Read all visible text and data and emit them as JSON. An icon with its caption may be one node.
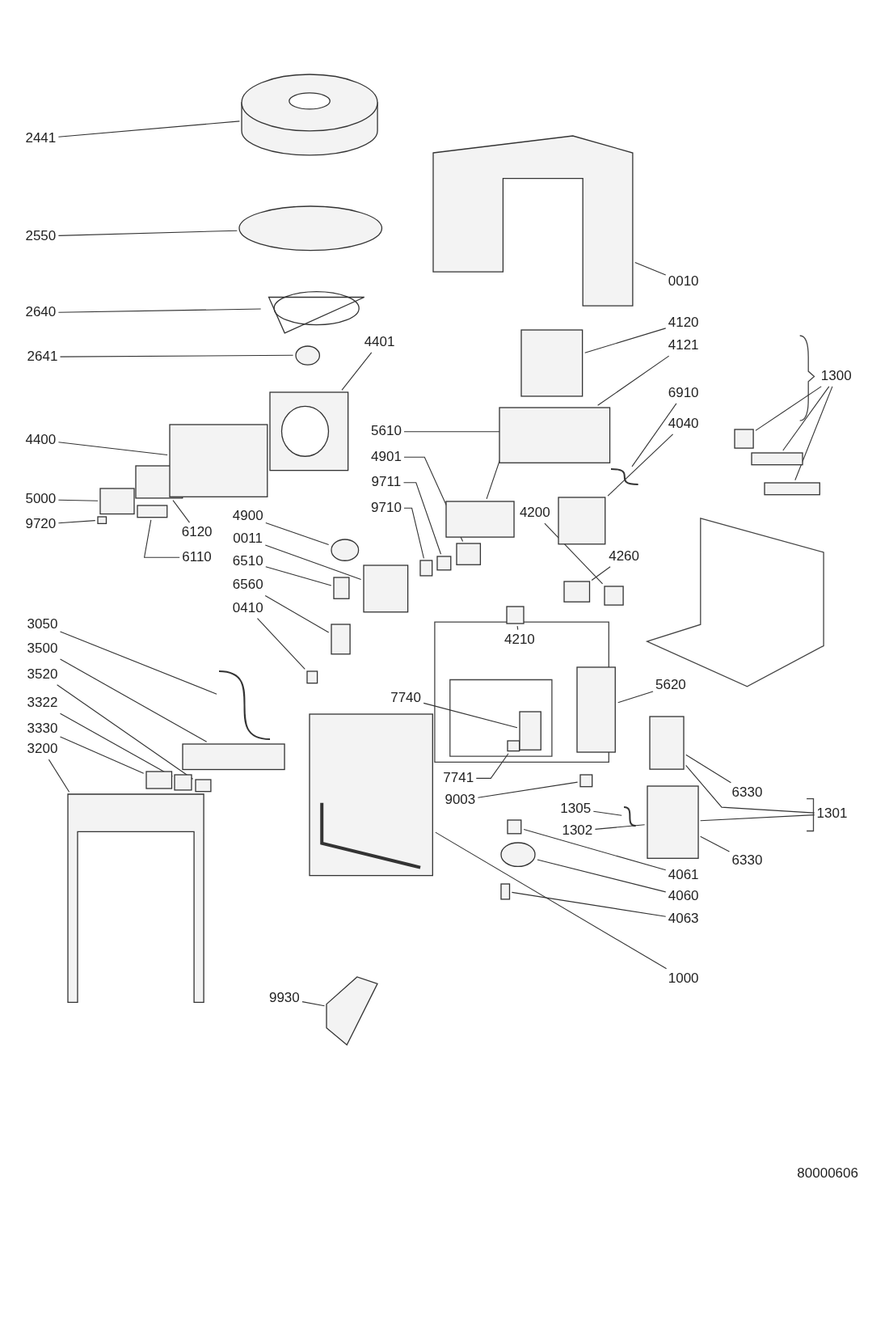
{
  "diagram": {
    "nodes": [
      {
        "text": [
          "2441"
        ]
      },
      {
        "text": [],
        "shape": "picture"
      },
      {
        "text": [
          "2550"
        ]
      },
      {
        "text": [],
        "shape": "circle"
      },
      {
        "text": [
          "2640"
        ]
      },
      {
        "text": [],
        "shape": "picture"
      },
      {
        "text": [
          "2641"
        ]
      },
      {
        "text": [],
        "shape": "circle"
      },
      {
        "text": [
          "4401"
        ]
      },
      {
        "text": [],
        "shape": "picture"
      },
      {
        "text": [
          "0010"
        ]
      },
      {
        "text": [],
        "shape": "picture"
      },
      {
        "text": [
          "4120"
        ]
      },
      {
        "text": [],
        "shape": "box"
      },
      {
        "text": [
          "4121"
        ]
      },
      {
        "text": [],
        "shape": "box"
      },
      {
        "text": [
          "1300"
        ]
      },
      {
        "text": [],
        "shape": "box"
      },
      {
        "text": [],
        "shape": "box"
      },
      {
        "text": [],
        "shape": "box"
      },
      {
        "text": [
          "6910"
        ]
      },
      {
        "text": [],
        "shape": "picture"
      },
      {
        "text": [
          "4040"
        ]
      },
      {
        "text": [],
        "shape": "box"
      },
      {
        "text": [
          "4400"
        ]
      },
      {
        "text": [],
        "shape": "box"
      },
      {
        "text": [
          "5610"
        ]
      },
      {
        "text": [],
        "shape": "box"
      },
      {
        "text": [
          "4901"
        ]
      },
      {
        "text": [],
        "shape": "box"
      },
      {
        "text": [
          "9711"
        ]
      },
      {
        "text": [],
        "shape": "box"
      },
      {
        "text": [
          "9710"
        ]
      },
      {
        "text": [],
        "shape": "box"
      },
      {
        "text": [
          "4200"
        ]
      },
      {
        "text": [],
        "shape": "box"
      },
      {
        "text": [
          "4260"
        ]
      },
      {
        "text": [],
        "shape": "box"
      },
      {
        "text": [
          "5000"
        ]
      },
      {
        "text": [],
        "shape": "box"
      },
      {
        "text": [
          "9720"
        ]
      },
      {
        "text": [],
        "shape": "box"
      },
      {
        "text": [
          "6120"
        ]
      },
      {
        "text": [],
        "shape": "box"
      },
      {
        "text": [
          "6110"
        ]
      },
      {
        "text": [],
        "shape": "box"
      },
      {
        "text": [
          "4900"
        ]
      },
      {
        "text": [],
        "shape": "circle"
      },
      {
        "text": [
          "0011"
        ]
      },
      {
        "text": [],
        "shape": "box"
      },
      {
        "text": [
          "6510"
        ]
      },
      {
        "text": [],
        "shape": "box"
      },
      {
        "text": [
          "6560"
        ]
      },
      {
        "text": [],
        "shape": "box"
      },
      {
        "text": [
          "0410"
        ]
      },
      {
        "text": [],
        "shape": "box"
      },
      {
        "text": [
          "4210"
        ]
      },
      {
        "text": [],
        "shape": "box"
      },
      {
        "text": [
          "5620"
        ]
      },
      {
        "text": [],
        "shape": "box"
      },
      {
        "text": [
          "3050"
        ]
      },
      {
        "text": [],
        "shape": "picture"
      },
      {
        "text": [
          "3500"
        ]
      },
      {
        "text": [],
        "shape": "box"
      },
      {
        "text": [
          "3520"
        ]
      },
      {
        "text": [],
        "shape": "box"
      },
      {
        "text": [
          "3322"
        ]
      },
      {
        "text": [],
        "shape": "box"
      },
      {
        "text": [
          "3330"
        ]
      },
      {
        "text": [],
        "shape": "box"
      },
      {
        "text": [
          "3200"
        ]
      },
      {
        "text": [],
        "shape": "picture"
      },
      {
        "text": [
          "7740"
        ]
      },
      {
        "text": [],
        "shape": "box"
      },
      {
        "text": [
          "7741"
        ]
      },
      {
        "text": [],
        "shape": "box"
      },
      {
        "text": [
          "9003"
        ]
      },
      {
        "text": [],
        "shape": "box"
      },
      {
        "text": [
          "6330"
        ]
      },
      {
        "text": [],
        "shape": "box"
      },
      {
        "text": [
          "1305"
        ]
      },
      {
        "text": [],
        "shape": "picture"
      },
      {
        "text": [
          "1302"
        ]
      },
      {
        "text": [],
        "shape": "box"
      },
      {
        "text": [
          "6330"
        ]
      },
      {
        "text": [
          "1301"
        ]
      },
      {
        "text": [
          "4061"
        ]
      },
      {
        "text": [],
        "shape": "box"
      },
      {
        "text": [
          "4060"
        ]
      },
      {
        "text": [],
        "shape": "circle"
      },
      {
        "text": [
          "4063"
        ]
      },
      {
        "text": [],
        "shape": "box"
      },
      {
        "text": [
          "1000"
        ]
      },
      {
        "text": [],
        "shape": "picture"
      },
      {
        "text": [
          "9930"
        ]
      },
      {
        "text": [],
        "shape": "picture"
      }
    ],
    "edges": [
      {
        "from": 0,
        "to": 1,
        "arrow": "none"
      },
      {
        "from": 2,
        "to": 3,
        "arrow": "none"
      },
      {
        "from": 4,
        "to": 5,
        "arrow": "none"
      },
      {
        "from": 6,
        "to": 7,
        "arrow": "none"
      },
      {
        "from": 8,
        "to": 9,
        "arrow": "none"
      },
      {
        "from": 10,
        "to": 11,
        "arrow": "none"
      },
      {
        "from": 12,
        "to": 13,
        "arrow": "none"
      },
      {
        "from": 14,
        "to": 15,
        "arrow": "none"
      },
      {
        "from": 16,
        "to": 17,
        "arrow": "none"
      },
      {
        "from": 16,
        "to": 18,
        "arrow": "none"
      },
      {
        "from": 16,
        "to": 19,
        "arrow": "none"
      },
      {
        "from": 20,
        "to": 21,
        "arrow": "none"
      },
      {
        "from": 22,
        "to": 23,
        "arrow": "none"
      },
      {
        "from": 24,
        "to": 25,
        "arrow": "none"
      },
      {
        "from": 26,
        "to": 27,
        "arrow": "none"
      },
      {
        "from": 28,
        "to": 29,
        "arrow": "none"
      },
      {
        "from": 30,
        "to": 31,
        "arrow": "none"
      },
      {
        "from": 32,
        "to": 33,
        "arrow": "none"
      },
      {
        "from": 34,
        "to": 35,
        "arrow": "none"
      },
      {
        "from": 36,
        "to": 37,
        "arrow": "none"
      },
      {
        "from": 38,
        "to": 39,
        "arrow": "none"
      },
      {
        "from": 40,
        "to": 41,
        "arrow": "none"
      },
      {
        "from": 42,
        "to": 43,
        "arrow": "none"
      },
      {
        "from": 44,
        "to": 45,
        "arrow": "none"
      },
      {
        "from": 46,
        "to": 47,
        "arrow": "none"
      },
      {
        "from": 48,
        "to": 49,
        "arrow": "none"
      },
      {
        "from": 50,
        "to": 51,
        "arrow": "none"
      },
      {
        "from": 52,
        "to": 53,
        "arrow": "none"
      },
      {
        "from": 54,
        "to": 55,
        "arrow": "none"
      },
      {
        "from": 56,
        "to": 57,
        "arrow": "none"
      },
      {
        "from": 58,
        "to": 59,
        "arrow": "none"
      },
      {
        "from": 60,
        "to": 61,
        "arrow": "none"
      },
      {
        "from": 62,
        "to": 63,
        "arrow": "none"
      },
      {
        "from": 64,
        "to": 65,
        "arrow": "none"
      },
      {
        "from": 66,
        "to": 67,
        "arrow": "none"
      },
      {
        "from": 68,
        "to": 69,
        "arrow": "none"
      },
      {
        "from": 70,
        "to": 71,
        "arrow": "none"
      },
      {
        "from": 72,
        "to": 73,
        "arrow": "none"
      },
      {
        "from": 74,
        "to": 75,
        "arrow": "none"
      },
      {
        "from": 76,
        "to": 77,
        "arrow": "none"
      },
      {
        "from": 78,
        "to": 79,
        "arrow": "none"
      },
      {
        "from": 80,
        "to": 81,
        "arrow": "none"
      },
      {
        "from": 82,
        "to": 83,
        "arrow": "none"
      },
      {
        "from": 84,
        "to": 83,
        "arrow": "none"
      },
      {
        "from": 85,
        "to": 79,
        "arrow": "none"
      },
      {
        "from": 85,
        "to": 83,
        "arrow": "none"
      },
      {
        "from": 86,
        "to": 87,
        "arrow": "none"
      },
      {
        "from": 88,
        "to": 89,
        "arrow": "none"
      },
      {
        "from": 90,
        "to": 91,
        "arrow": "none"
      },
      {
        "from": 92,
        "to": 93,
        "arrow": "none"
      },
      {
        "from": 94,
        "to": 95,
        "arrow": "none"
      }
    ],
    "labels": [
      "80000606"
    ]
  }
}
